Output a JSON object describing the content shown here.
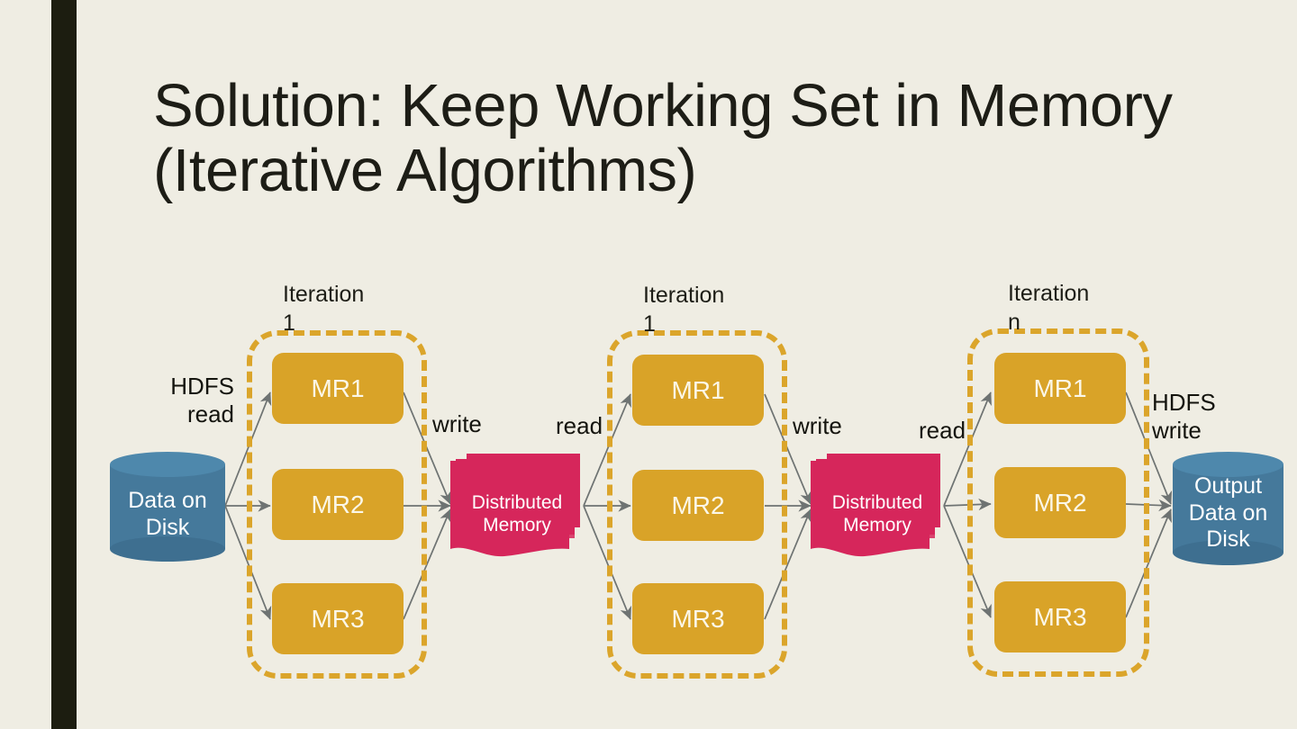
{
  "slide": {
    "background_color": "#EFEDE3",
    "accent_bar_color": "#1C1D10",
    "title": "Solution: Keep Working Set in Memory (Iterative Algorithms)"
  },
  "palette": {
    "mr_box": "#D9A328",
    "dashed_group": "#DBA52B",
    "memory_shape": "#D6265B",
    "cylinder": "#45799B",
    "arrow": "#6E7372",
    "text_dark": "#1D1D16"
  },
  "diagram": {
    "type": "flow",
    "input_store": {
      "label": "Data on\nDisk",
      "shape": "cylinder"
    },
    "output_store": {
      "label": "Output\nData on\nDisk",
      "shape": "cylinder"
    },
    "iterations": [
      {
        "label": "Iteration\n1",
        "tasks": [
          "MR1",
          "MR2",
          "MR3"
        ]
      },
      {
        "label": "Iteration\n1",
        "tasks": [
          "MR1",
          "MR2",
          "MR3"
        ]
      },
      {
        "label": "Iteration\nn",
        "tasks": [
          "MR1",
          "MR2",
          "MR3"
        ]
      }
    ],
    "memories": [
      {
        "label": "Distributed\nMemory"
      },
      {
        "label": "Distributed\nMemory"
      }
    ],
    "edge_labels": {
      "hdfs_read": "HDFS\nread",
      "write_1": "write",
      "read_1": "read",
      "write_2": "write",
      "read_2": "read",
      "hdfs_write": "HDFS\nwrite"
    }
  }
}
